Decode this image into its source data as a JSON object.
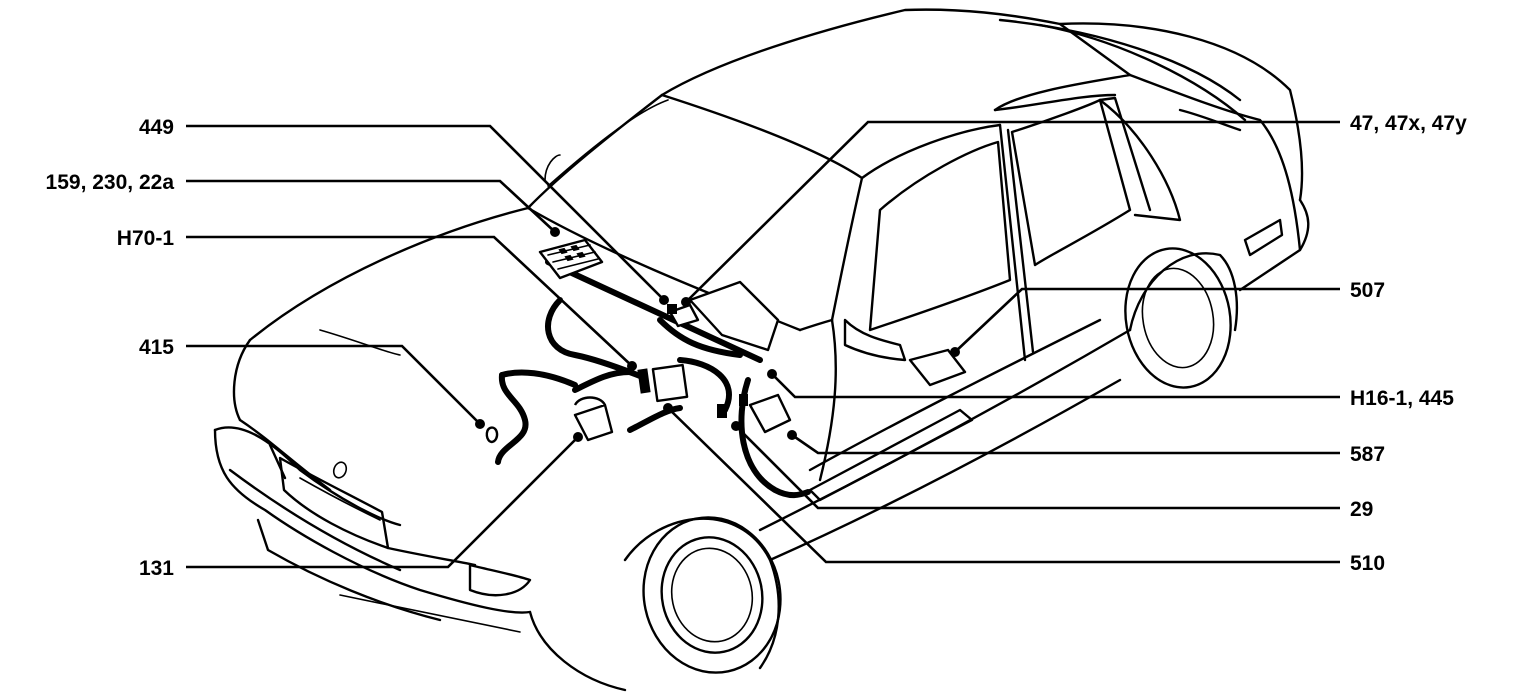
{
  "labels": {
    "l449": "449",
    "l159": "159, 230, 22a",
    "lH70": "H70-1",
    "l415": "415",
    "l131": "131",
    "l47": "47, 47x, 47y",
    "l507": "507",
    "lH16": "H16-1, 445",
    "l587": "587",
    "l29": "29",
    "l510": "510"
  }
}
